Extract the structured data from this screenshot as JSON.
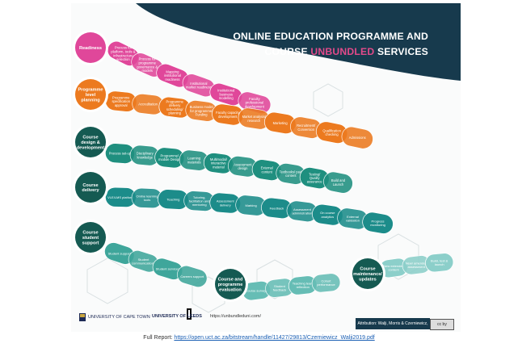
{
  "title": {
    "line1": "ONLINE EDUCATION PROGRAMME AND",
    "line2_prefix": "COURSE ",
    "line2_highlight": "UNBUNDLED",
    "line2_suffix": " SERVICES"
  },
  "colors": {
    "header": "#173a4d",
    "readiness": "#e0479a",
    "programme": "#ec7a1f",
    "design": "#1f8f7f",
    "delivery": "#1c8c8a",
    "support": "#3fa69b",
    "evaluation": "#66bdb5",
    "maintenance": "#8ccfca",
    "hub": "#155a52"
  },
  "stages": [
    {
      "name": "Readiness",
      "color_key": "readiness",
      "steps": [
        "Process for platform, tools & infrastructure selection",
        "Process for programme governance & models",
        "Mapping institutional readiness",
        "Institutional market readiness",
        "Institutional business modelling",
        "Faculty professional development"
      ]
    },
    {
      "name": "Programme level planning",
      "color_key": "programme",
      "steps": [
        "Programme specification approval",
        "Accreditation",
        "Programme delivery scheduling/ planning",
        "Business model for programme/ Funding",
        "Faculty capacity development",
        "Market analysis/ research",
        "Marketing",
        "Recruitment/ Conversion",
        "Qualification checking",
        "Admissions"
      ]
    },
    {
      "name": "Course design & development",
      "color_key": "design",
      "steps": [
        "Process set-up",
        "Disciplinary knowledge",
        "Programme/ module Design",
        "Learning materials",
        "Multimodal/ interactive material",
        "Assessment design",
        "External content",
        "Textbooks/ paid content",
        "Testing/ Quality assurance",
        "Build and Launch"
      ]
    },
    {
      "name": "Course delivery",
      "color_key": "delivery",
      "steps": [
        "VLE/LMS platform",
        "Online learning tools",
        "Teaching",
        "Tutoring, facilitation and mentoring",
        "Assessment delivery",
        "Marking",
        "Feedback",
        "Assessment administration",
        "On course analytics",
        "External validation",
        "Progress monitoring"
      ]
    },
    {
      "name": "Course student support",
      "color_key": "support",
      "steps": [
        "Student support",
        "Student communications",
        "Student services",
        "Careers support"
      ]
    },
    {
      "name": "Course and programme evaluation",
      "color_key": "evaluation",
      "steps": [
        "Course surveys",
        "Student feedback",
        "Teaching team reflection",
        "Cohort performance"
      ]
    },
    {
      "name": "Course maintenance/ updates",
      "color_key": "maintenance",
      "steps": [
        "New extended content",
        "New/ amended assessment",
        "Build, test & launch"
      ]
    }
  ],
  "logos": {
    "uct": "UNIVERSITY OF CAPE TOWN",
    "leeds": "UNIVERSITY OF LEEDS",
    "url": "https://unbundleduni.com/"
  },
  "attribution": "Attribution: Walji, Morris & Czerniewicz, 2017",
  "cc_badge": "cc by",
  "footer": {
    "prefix": "Full Report: ",
    "link": "https://open.uct.ac.za/bitstream/handle/11427/29813/Czerniewicz_Walji2019.pdf"
  }
}
